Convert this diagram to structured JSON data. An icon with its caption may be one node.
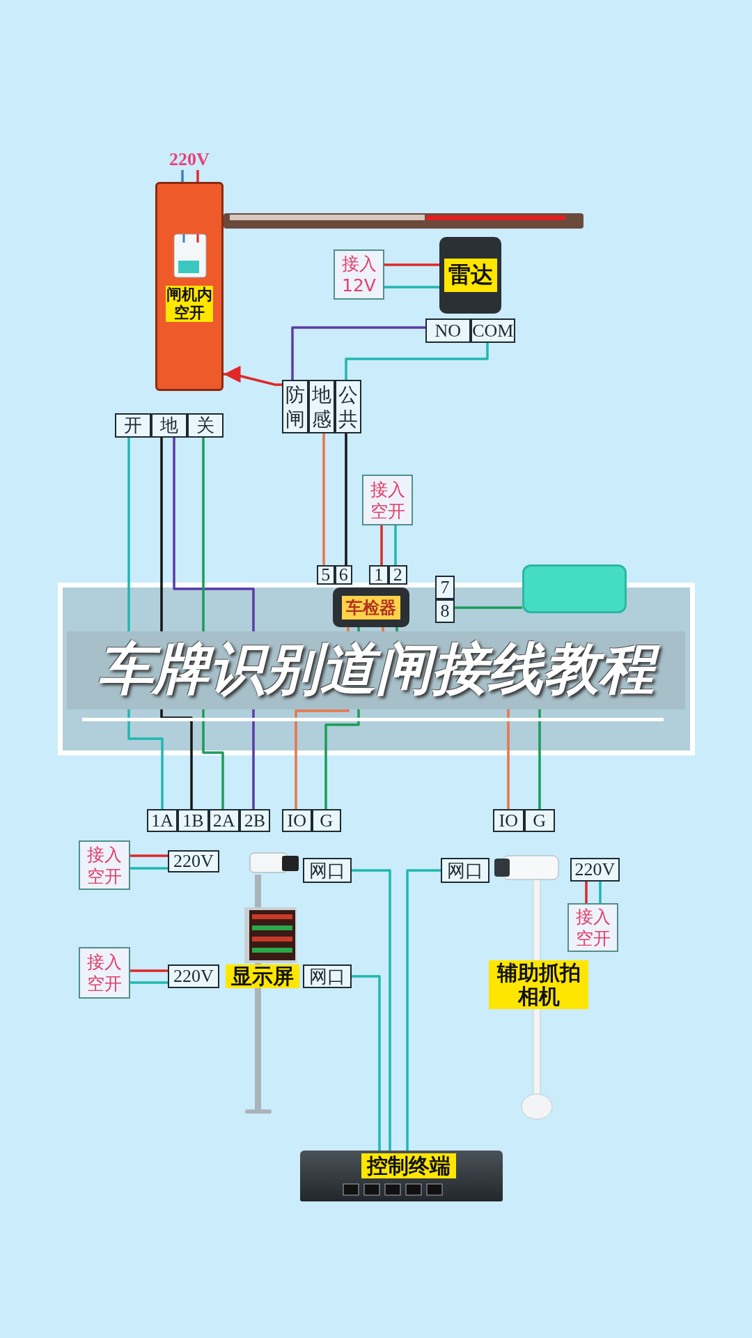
{
  "diagram": {
    "title": "车牌识别道闸接线教程",
    "nodes": [
      {
        "text": [
          "220V"
        ]
      },
      {
        "text": [
          "闸机内空开"
        ]
      },
      {
        "text": [
          "接入12V"
        ]
      },
      {
        "text": [
          "雷达"
        ]
      },
      {
        "text": [
          "NO",
          "COM"
        ]
      },
      {
        "text": [
          "防闸",
          "地感",
          "公共"
        ]
      },
      {
        "text": [
          "开",
          "地",
          "关"
        ]
      },
      {
        "text": [
          "接入空开"
        ]
      },
      {
        "text": [
          "5",
          "6"
        ]
      },
      {
        "text": [
          "1",
          "2"
        ]
      },
      {
        "text": [
          "车检器"
        ]
      },
      {
        "text": [
          "7",
          "8"
        ]
      },
      {
        "text": [],
        "shape": "box"
      },
      {
        "text": [
          "1A",
          "1B",
          "2A",
          "2B"
        ]
      },
      {
        "text": [
          "IO",
          "G"
        ]
      },
      {
        "text": [
          "IO",
          "G"
        ]
      },
      {
        "text": [
          "接入空开"
        ]
      },
      {
        "text": [
          "220V"
        ]
      },
      {
        "text": [
          "网口"
        ]
      },
      {
        "text": [
          "网口"
        ]
      },
      {
        "text": [
          "220V"
        ]
      },
      {
        "text": [
          "接入空开"
        ]
      },
      {
        "text": [
          "辅助抓拍相机"
        ]
      },
      {
        "text": [
          "接入空开"
        ]
      },
      {
        "text": [
          "220V"
        ]
      },
      {
        "text": [
          "显示屏"
        ]
      },
      {
        "text": [
          "网口"
        ]
      },
      {
        "text": [
          "控制终端"
        ]
      }
    ],
    "edges": [
      {
        "from": 0,
        "to": 1,
        "arrow": "none",
        "color": "#3a7fc8"
      },
      {
        "from": 0,
        "to": 1,
        "arrow": "none",
        "color": "#e02828"
      },
      {
        "from": 2,
        "to": 3,
        "arrow": "none",
        "color": "#e02828"
      },
      {
        "from": 2,
        "to": 3,
        "arrow": "none",
        "color": "#1fb8b0"
      },
      {
        "from": 4,
        "to": 5,
        "arrow": "none",
        "color": "#5b3aa8"
      },
      {
        "from": 4,
        "to": 5,
        "arrow": "none",
        "color": "#1fb8b0"
      },
      {
        "from": 5,
        "to": 1,
        "arrow": "to",
        "color": "#e02828"
      },
      {
        "from": 5,
        "to": 8,
        "arrow": "none",
        "color": "#e8764a"
      },
      {
        "from": 5,
        "to": 8,
        "arrow": "none",
        "color": "#151515"
      },
      {
        "from": 7,
        "to": 9,
        "arrow": "none",
        "color": "#e02828"
      },
      {
        "from": 7,
        "to": 9,
        "arrow": "none",
        "color": "#1fb8b0"
      },
      {
        "from": 11,
        "to": 12,
        "arrow": "none",
        "color": "#1a9c5a"
      },
      {
        "from": 6,
        "to": 13,
        "arrow": "none",
        "color": "#1fb8b0"
      },
      {
        "from": 6,
        "to": 13,
        "arrow": "none",
        "color": "#151515"
      },
      {
        "from": 6,
        "to": 13,
        "arrow": "none",
        "color": "#5b3aa8"
      },
      {
        "from": 6,
        "to": 13,
        "arrow": "none",
        "color": "#1a9c5a"
      },
      {
        "from": 10,
        "to": 14,
        "arrow": "none",
        "color": "#e8764a"
      },
      {
        "from": 10,
        "to": 14,
        "arrow": "none",
        "color": "#1a9c5a"
      },
      {
        "from": 10,
        "to": 15,
        "arrow": "none",
        "color": "#e8764a"
      },
      {
        "from": 10,
        "to": 15,
        "arrow": "none",
        "color": "#1a9c5a"
      },
      {
        "from": 16,
        "to": 17,
        "arrow": "none",
        "color": "#e02828"
      },
      {
        "from": 16,
        "to": 17,
        "arrow": "none",
        "color": "#1fb8b0"
      },
      {
        "from": 18,
        "to": 27,
        "arrow": "none",
        "color": "#1fb8b0"
      },
      {
        "from": 19,
        "to": 27,
        "arrow": "none",
        "color": "#1fb8b0"
      },
      {
        "from": 21,
        "to": 20,
        "arrow": "none",
        "color": "#e02828"
      },
      {
        "from": 21,
        "to": 20,
        "arrow": "none",
        "color": "#1fb8b0"
      },
      {
        "from": 23,
        "to": 24,
        "arrow": "none",
        "color": "#e02828"
      },
      {
        "from": 23,
        "to": 24,
        "arrow": "none",
        "color": "#1fb8b0"
      },
      {
        "from": 26,
        "to": 27,
        "arrow": "none",
        "color": "#1fb8b0"
      }
    ]
  }
}
